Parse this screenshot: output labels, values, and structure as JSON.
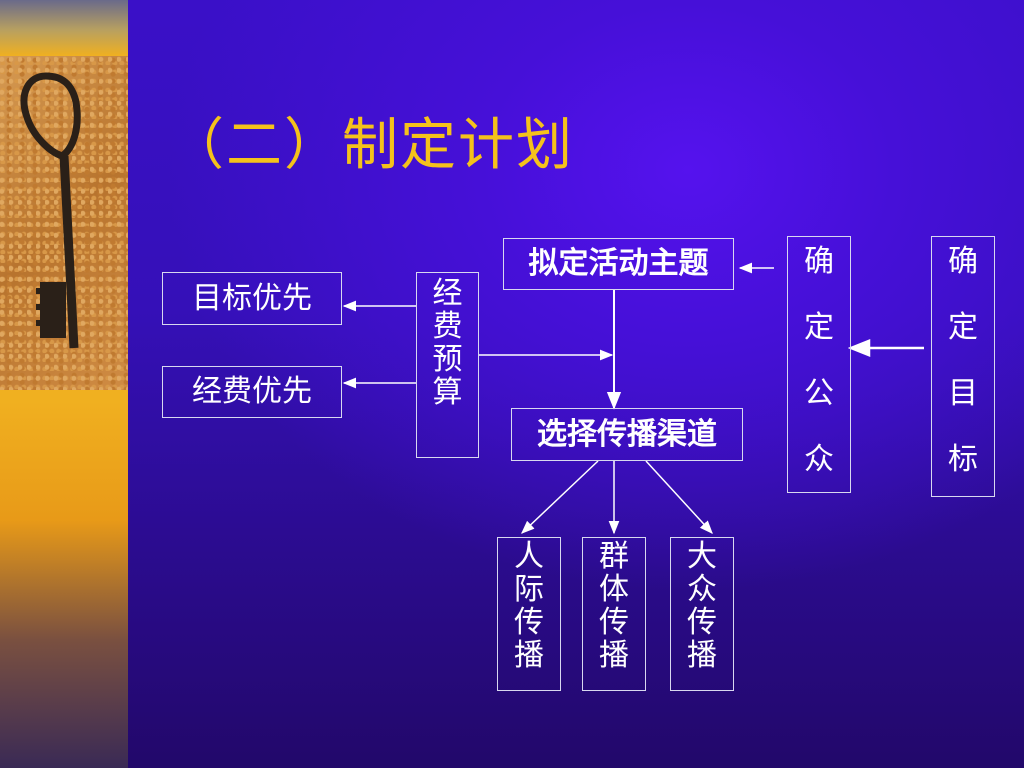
{
  "slide": {
    "title": "（二）制定计划",
    "colors": {
      "title": "#f5c21b",
      "text": "#ffffff",
      "line": "#d8d8f0"
    },
    "decoration": "key-icon"
  },
  "diagram": {
    "nodes": {
      "theme": {
        "label": "拟定活动主题"
      },
      "channel": {
        "label": "选择传播渠道"
      },
      "goal_first": {
        "label": "目标优先"
      },
      "budget_first": {
        "label": "经费优先"
      },
      "budget": {
        "chars": [
          "经",
          "费",
          "预",
          "算"
        ]
      },
      "public": {
        "chars": [
          "确",
          "定",
          "公",
          "众"
        ]
      },
      "target": {
        "chars": [
          "确",
          "定",
          "目",
          "标"
        ]
      },
      "interpersonal": {
        "chars": [
          "人",
          "际",
          "传",
          "播"
        ]
      },
      "group": {
        "chars": [
          "群",
          "体",
          "传",
          "播"
        ]
      },
      "mass": {
        "chars": [
          "大",
          "众",
          "传",
          "播"
        ]
      }
    },
    "edges": [
      {
        "from": "target",
        "to": "public"
      },
      {
        "from": "public",
        "to": "theme"
      },
      {
        "from": "theme",
        "to": "channel"
      },
      {
        "from": "budget",
        "to": "channel"
      },
      {
        "from": "budget",
        "to": "goal_first"
      },
      {
        "from": "budget",
        "to": "budget_first"
      },
      {
        "from": "channel",
        "to": "interpersonal"
      },
      {
        "from": "channel",
        "to": "group"
      },
      {
        "from": "channel",
        "to": "mass"
      }
    ]
  }
}
